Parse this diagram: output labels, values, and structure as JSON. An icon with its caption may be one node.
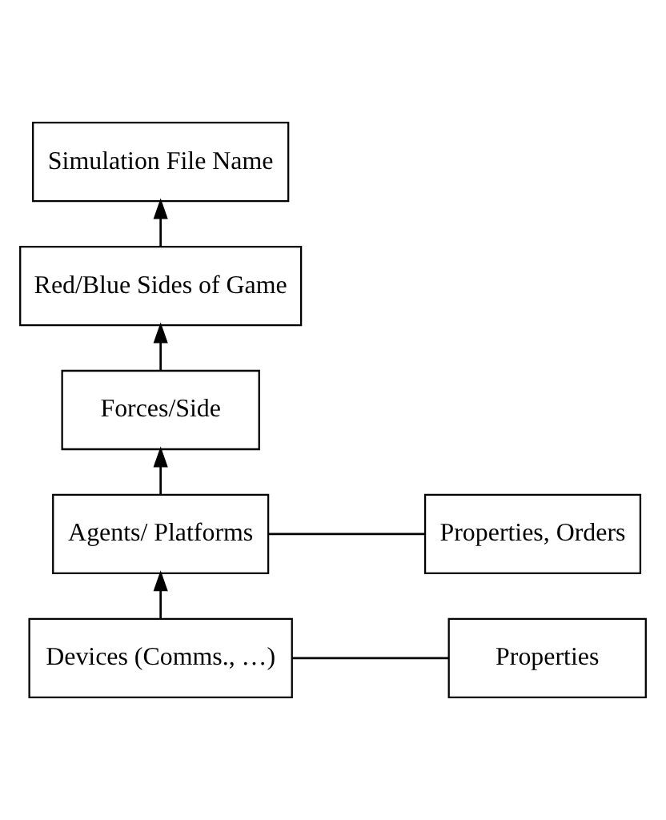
{
  "diagram": {
    "nodes": [
      {
        "text": [
          "Simulation File Name"
        ]
      },
      {
        "text": [
          "Red/Blue Sides of Game"
        ]
      },
      {
        "text": [
          "Forces/Side"
        ]
      },
      {
        "text": [
          "Agents/ Platforms"
        ]
      },
      {
        "text": [
          "Properties, Orders"
        ]
      },
      {
        "text": [
          "Devices (Comms., …)"
        ]
      },
      {
        "text": [
          "Properties"
        ]
      }
    ],
    "edges": [
      {
        "from": 1,
        "to": 0,
        "arrow": "to"
      },
      {
        "from": 2,
        "to": 1,
        "arrow": "to"
      },
      {
        "from": 3,
        "to": 2,
        "arrow": "to"
      },
      {
        "from": 3,
        "to": 4,
        "arrow": "none"
      },
      {
        "from": 5,
        "to": 3,
        "arrow": "to"
      },
      {
        "from": 5,
        "to": 6,
        "arrow": "none"
      }
    ]
  }
}
